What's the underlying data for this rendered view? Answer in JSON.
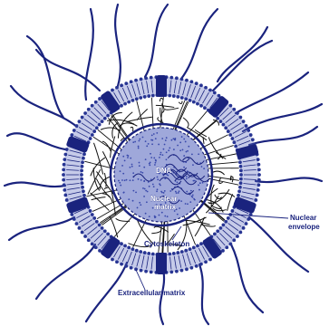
{
  "colors": {
    "ink": "#1a237e",
    "membrane_fill": "#5c6bc0",
    "membrane_head": "#283593",
    "nucleus_fill": "#9fa8da",
    "nucleus_dots": "#3949ab",
    "background": "#ffffff"
  },
  "labels": {
    "dna": "DNA",
    "nuclear_matrix_line1": "Nuclear",
    "nuclear_matrix_line2": "matrix",
    "nuclear_envelope_line1": "Nuclear",
    "nuclear_envelope_line2": "envelope",
    "cytoskeleton": "Cytoskeleton",
    "extracellular_matrix": "Extracellular matrix"
  }
}
